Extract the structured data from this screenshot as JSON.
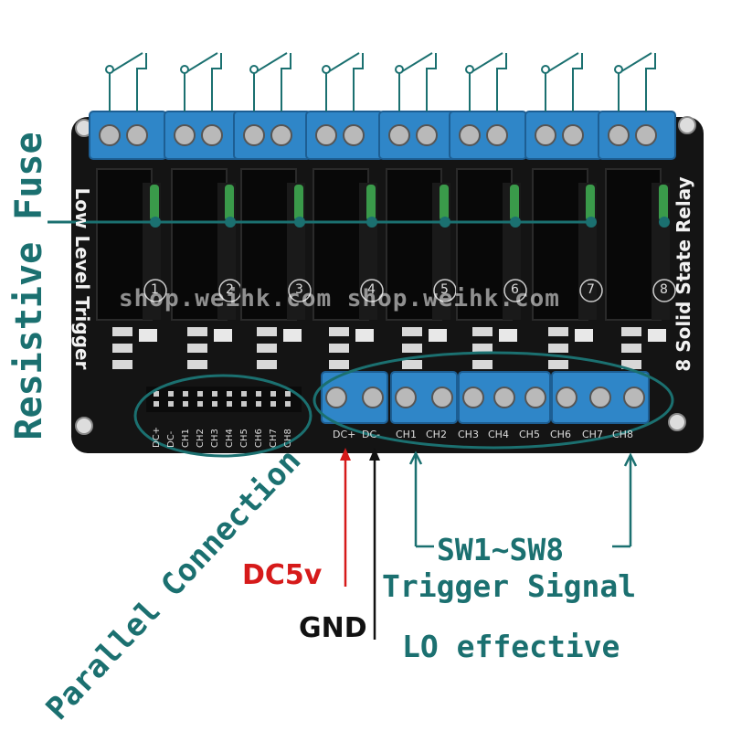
{
  "pcb": {
    "title": "8 Solid State Relay",
    "trigger_label": "Low Level Trigger",
    "watermark": "shop.weihk.com  shop.weihk.com",
    "channel_numbers": [
      "1",
      "2",
      "3",
      "4",
      "5",
      "6",
      "7",
      "8"
    ],
    "header_pins": [
      "DC+",
      "DC-",
      "CH1",
      "CH2",
      "CH3",
      "CH4",
      "CH5",
      "CH6",
      "CH7",
      "CH8"
    ],
    "terminal_labels": [
      "DC+",
      "DC-",
      "CH1",
      "CH2",
      "CH3",
      "CH4",
      "CH5",
      "CH6",
      "CH7",
      "CH8"
    ]
  },
  "annotations": {
    "resistive_fuse": "Resistive Fuse",
    "parallel_connection": "Parallel Connection",
    "dc5v": "DC5v",
    "gnd": "GND",
    "sw_range": "SW1~SW8",
    "trigger_signal": "Trigger Signal",
    "lo_effective": "LO effective"
  },
  "colors": {
    "annotation_teal": "#1b7070",
    "dc5v_red": "#d61a1a",
    "board_black": "#141414",
    "terminal_blue": "#2f86c8",
    "fuse_green": "#3a9a4a"
  }
}
